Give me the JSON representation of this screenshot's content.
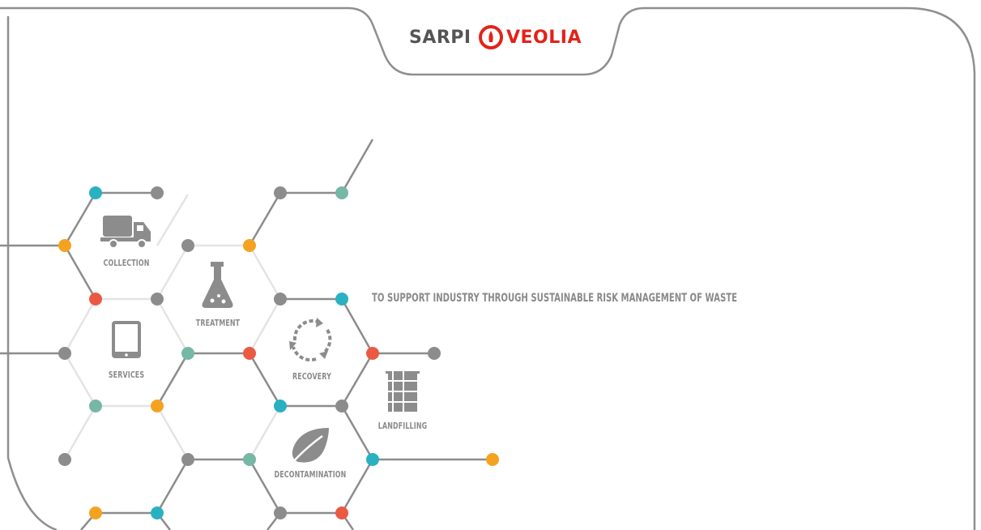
{
  "brand": {
    "name_left": "SARPI",
    "name_right": "VEOLIA",
    "colors": {
      "red": "#e2231a",
      "gray": "#555555"
    }
  },
  "tagline": "TO SUPPORT INDUSTRY THROUGH SUSTAINABLE RISK MANAGEMENT OF WASTE",
  "services": [
    {
      "label": "COLLECTION",
      "icon": "truck-icon"
    },
    {
      "label": "TREATMENT",
      "icon": "flask-icon"
    },
    {
      "label": "SERVICES",
      "icon": "tablet-icon"
    },
    {
      "label": "RECOVERY",
      "icon": "recycle-icon"
    },
    {
      "label": "LANDFILLING",
      "icon": "barrels-icon"
    },
    {
      "label": "DECONTAMINATION",
      "icon": "leaf-icon"
    }
  ],
  "node_colors": {
    "teal": "#2ab1c1",
    "gray": "#8c8c8c",
    "orange": "#f4a321",
    "red": "#ea5a43",
    "sage": "#76b7a5"
  }
}
